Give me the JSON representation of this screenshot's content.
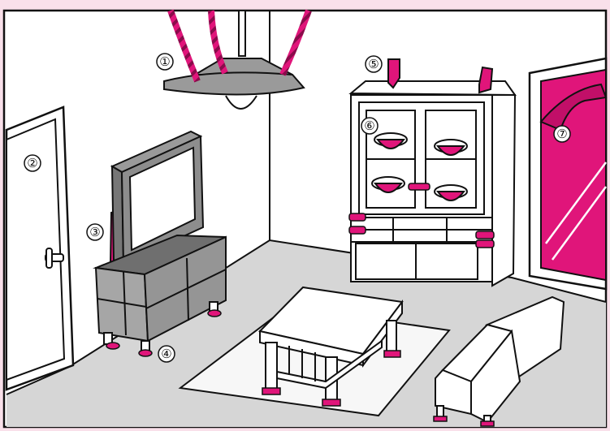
{
  "colors": {
    "frame_background": "#f9e0ea",
    "wall": "#ffffff",
    "floor": "#d6d6d6",
    "rug": "#f7f7f7",
    "outline": "#111111",
    "accent": "#e0157a",
    "accent_dark": "#a30d58",
    "dark_gray": "#777777",
    "mid_gray": "#9a9a9a"
  },
  "illustration": {
    "markers": [
      {
        "number": "①",
        "item_icon": "ceiling-lamp-icon"
      },
      {
        "number": "②",
        "item_icon": "door-icon"
      },
      {
        "number": "③",
        "item_icon": "television-icon"
      },
      {
        "number": "④",
        "item_icon": "tv-stand-icon"
      },
      {
        "number": "⑤",
        "item_icon": "wall-bracket-icon"
      },
      {
        "number": "⑥",
        "item_icon": "bowl-icon"
      },
      {
        "number": "⑦",
        "item_icon": "mirror-icon"
      }
    ]
  }
}
